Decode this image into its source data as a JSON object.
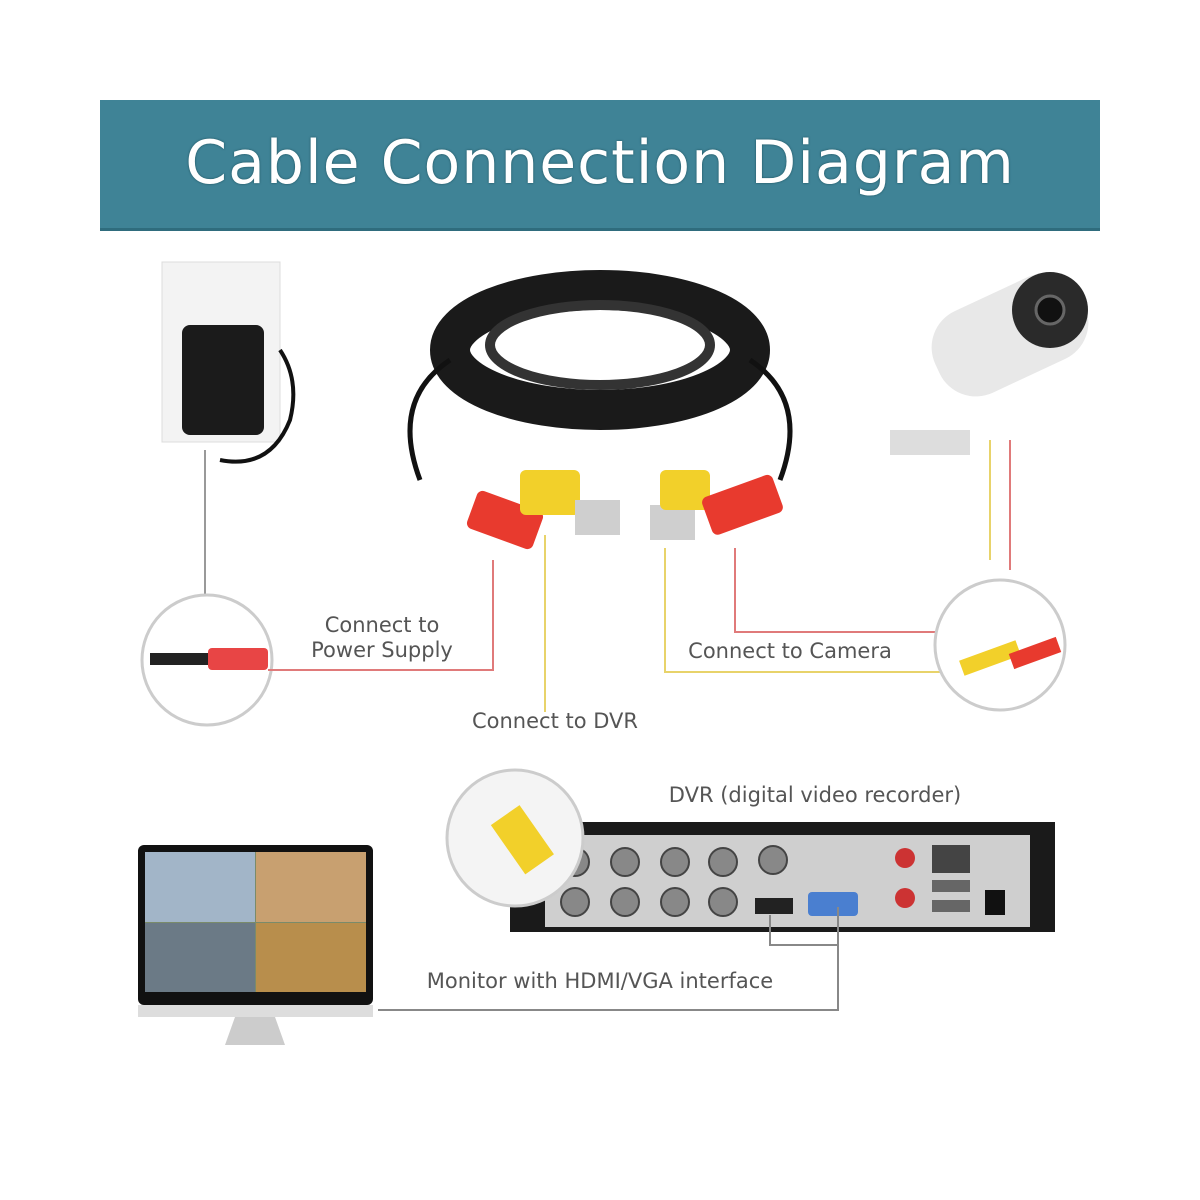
{
  "title": "Cable Connection Diagram",
  "labels": {
    "power_line1": "Connect to",
    "power_line2": "Power Supply",
    "camera": "Connect to Camera",
    "dvr": "Connect to DVR",
    "dvr_device": "DVR (digital video recorder)",
    "monitor": "Monitor with HDMI/VGA interface"
  },
  "colors": {
    "banner": "#3f8396",
    "power_line": "#e07a7a",
    "video_line": "#e8d36a",
    "monitor_line": "#888888"
  }
}
